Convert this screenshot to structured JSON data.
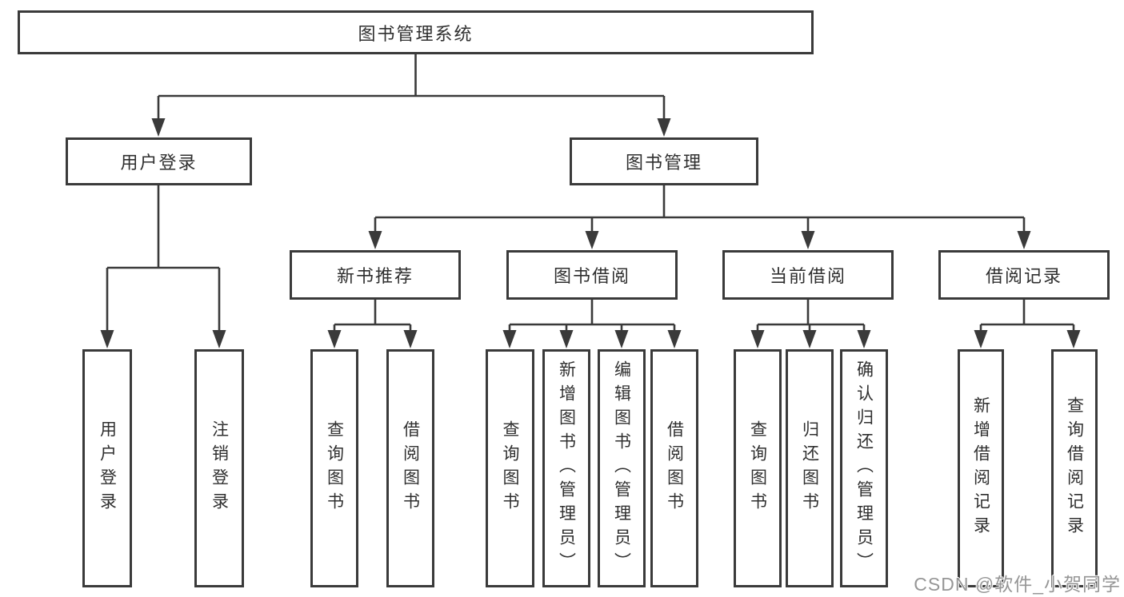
{
  "nodes": {
    "root": "图书管理系统",
    "user_login": "用户登录",
    "book_mgmt": "图书管理",
    "new_book": "新书推荐",
    "book_borrow": "图书借阅",
    "current_borrow": "当前借阅",
    "borrow_record": "借阅记录",
    "leaf_user_login": "用户登录",
    "leaf_user_logout": "注销登录",
    "leaf_nb_query_book": "查询图书",
    "leaf_nb_borrow_book": "借阅图书",
    "leaf_bb_query_book": "查询图书",
    "leaf_bb_add_book": "新增图书（管理员）",
    "leaf_bb_edit_book": "编辑图书（管理员）",
    "leaf_bb_borrow_book": "借阅图书",
    "leaf_cb_query_book": "查询图书",
    "leaf_cb_return_book": "归还图书",
    "leaf_cb_confirm_return": "确认归还（管理员）",
    "leaf_br_add_record": "新增借阅记录",
    "leaf_br_query_record": "查询借阅记录"
  },
  "tree": {
    "label": "图书管理系统",
    "children": [
      {
        "label": "用户登录",
        "children": [
          {
            "label": "用户登录"
          },
          {
            "label": "注销登录"
          }
        ]
      },
      {
        "label": "图书管理",
        "children": [
          {
            "label": "新书推荐",
            "children": [
              {
                "label": "查询图书"
              },
              {
                "label": "借阅图书"
              }
            ]
          },
          {
            "label": "图书借阅",
            "children": [
              {
                "label": "查询图书"
              },
              {
                "label": "新增图书（管理员）"
              },
              {
                "label": "编辑图书（管理员）"
              },
              {
                "label": "借阅图书"
              }
            ]
          },
          {
            "label": "当前借阅",
            "children": [
              {
                "label": "查询图书"
              },
              {
                "label": "归还图书"
              },
              {
                "label": "确认归还（管理员）"
              }
            ]
          },
          {
            "label": "借阅记录",
            "children": [
              {
                "label": "新增借阅记录"
              },
              {
                "label": "查询借阅记录"
              }
            ]
          }
        ]
      }
    ]
  },
  "watermark": "CSDN @软件_小贺同学",
  "colors": {
    "line": "#3a3a3a",
    "box_border": "#3a3a3a",
    "text": "#2f2f2f",
    "watermark": "#969696",
    "background": "#ffffff"
  }
}
